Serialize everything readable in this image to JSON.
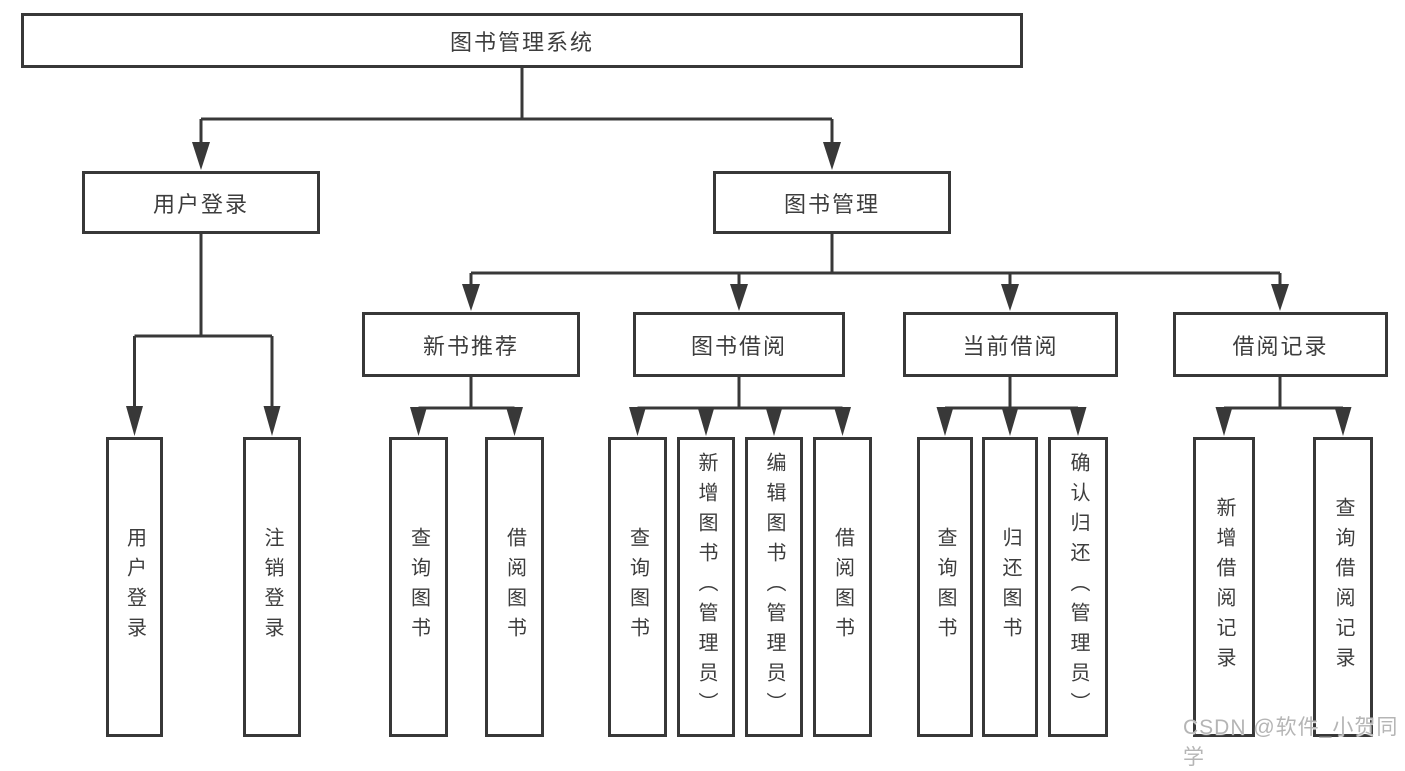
{
  "tree": {
    "label": "图书管理系统",
    "children": [
      {
        "label": "用户登录",
        "children": [
          {
            "label": "用户登录"
          },
          {
            "label": "注销登录"
          }
        ]
      },
      {
        "label": "图书管理",
        "children": [
          {
            "label": "新书推荐",
            "children": [
              {
                "label": "查询图书"
              },
              {
                "label": "借阅图书"
              }
            ]
          },
          {
            "label": "图书借阅",
            "children": [
              {
                "label": "查询图书"
              },
              {
                "label": "新增图书（管理员）"
              },
              {
                "label": "编辑图书（管理员）"
              },
              {
                "label": "借阅图书"
              }
            ]
          },
          {
            "label": "当前借阅",
            "children": [
              {
                "label": "查询图书"
              },
              {
                "label": "归还图书"
              },
              {
                "label": "确认归还（管理员）"
              }
            ]
          },
          {
            "label": "借阅记录",
            "children": [
              {
                "label": "新增借阅记录"
              },
              {
                "label": "查询借阅记录"
              }
            ]
          }
        ]
      }
    ]
  },
  "watermark": "CSDN @软件_小贺同学",
  "colors": {
    "line": "#383838",
    "text": "#3d3d3d",
    "watermark": "#b5b5b5",
    "background": "#ffffff"
  }
}
